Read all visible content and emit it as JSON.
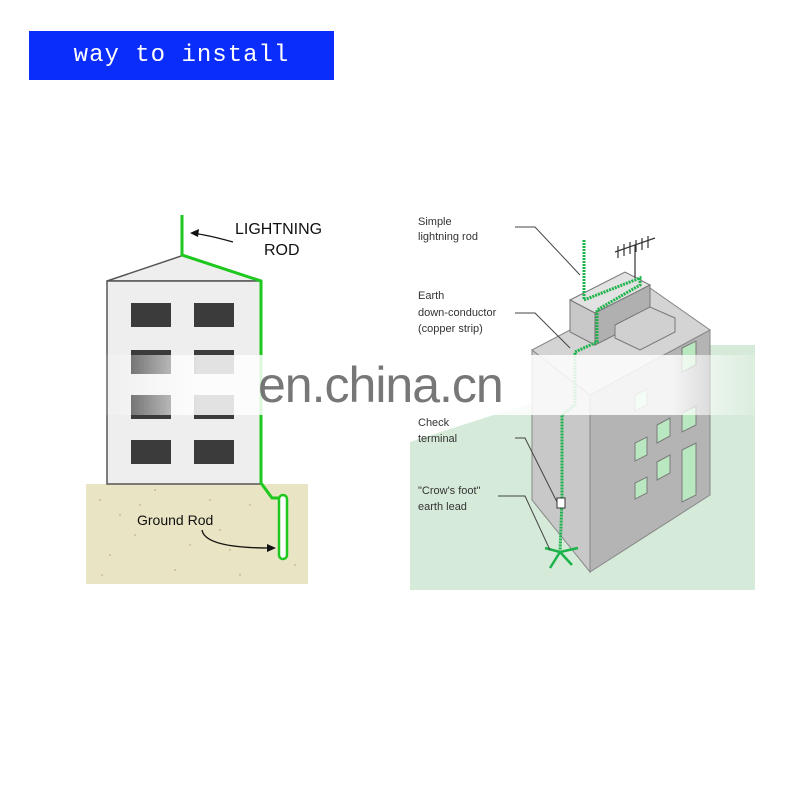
{
  "banner": {
    "title": "way to install",
    "color": "#0a2dfc"
  },
  "left_diagram": {
    "label_rod_line1": "LIGHTNING",
    "label_rod_line2": "ROD",
    "label_ground_rod": "Ground Rod",
    "conductor_color": "#1ec81e",
    "soil_color": "#e9e4c3"
  },
  "right_diagram": {
    "label_simple_rod_line1": "Simple",
    "label_simple_rod_line2": "lightning rod",
    "label_earth_line1": "Earth",
    "label_earth_line2": "down-conductor",
    "label_earth_line3": "(copper strip)",
    "label_check_line1": "Check",
    "label_check_line2": "terminal",
    "label_crow_line1": "\"Crow's foot\"",
    "label_crow_line2": "earth lead",
    "ground_color": "#d5ead8"
  },
  "watermark": {
    "text": "en.china.cn"
  }
}
